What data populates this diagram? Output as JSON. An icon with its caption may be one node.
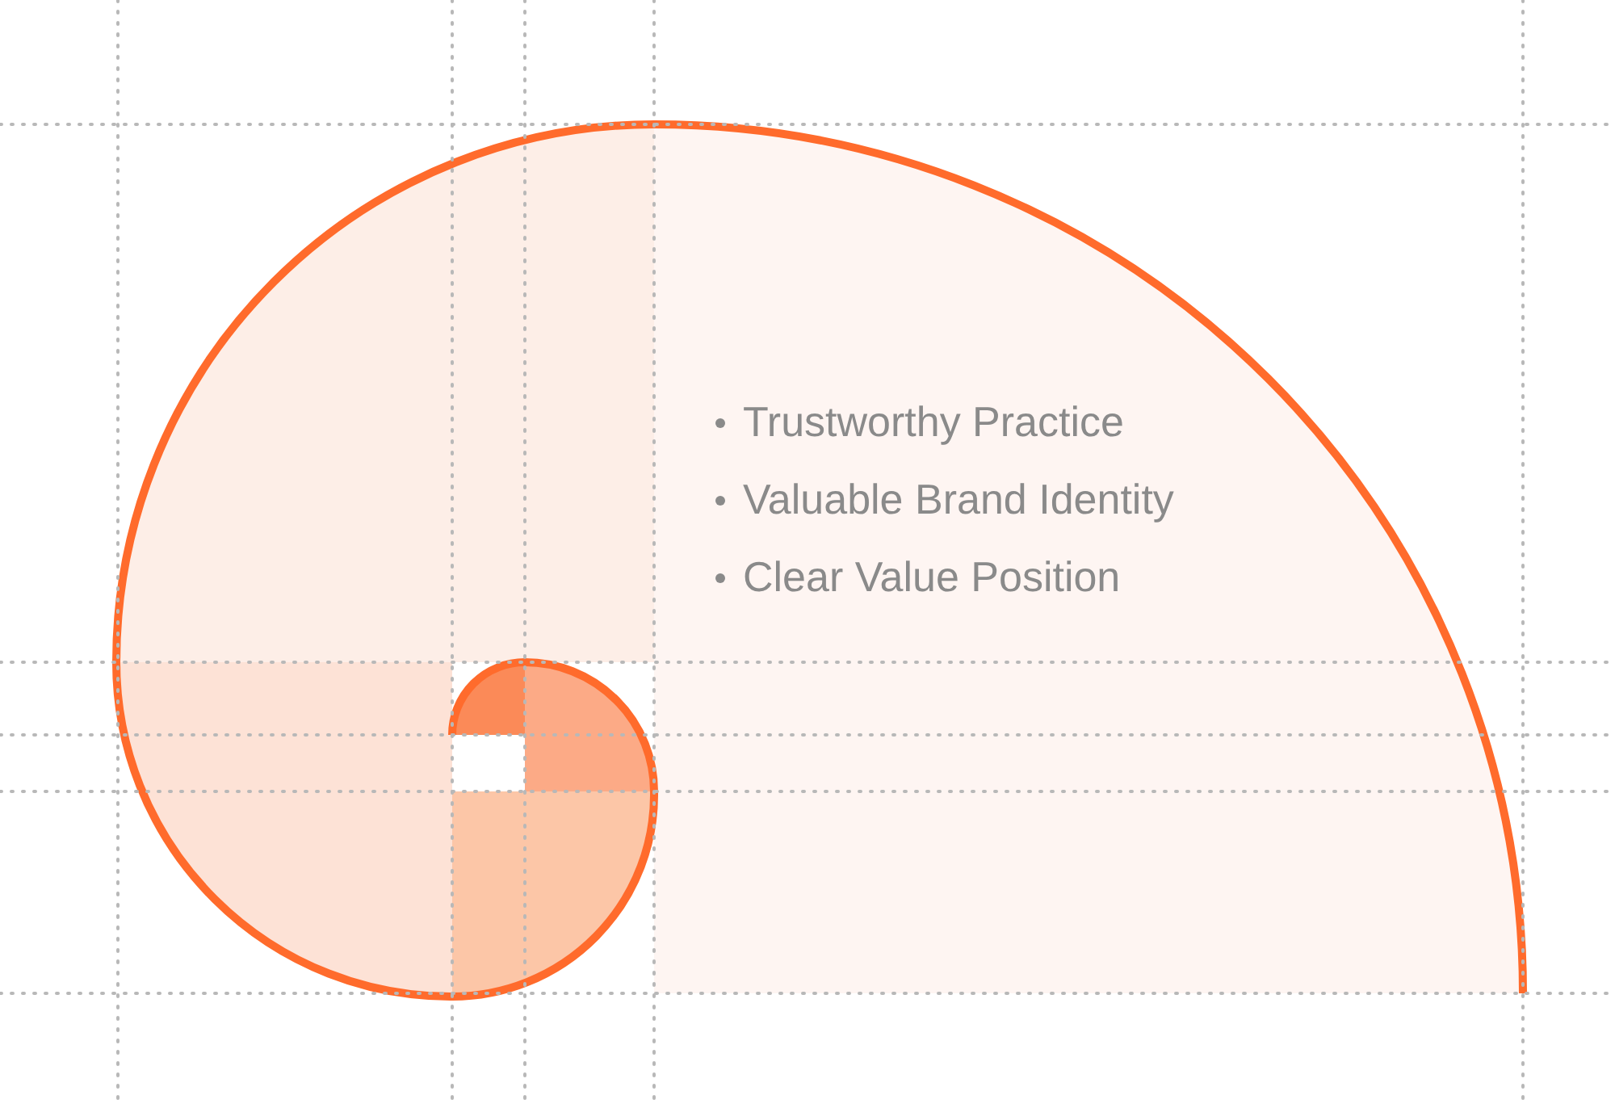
{
  "diagram": {
    "labels": [
      "Trustworthy Practice",
      "Valuable Brand Identity",
      "Clear Value Position"
    ]
  }
}
